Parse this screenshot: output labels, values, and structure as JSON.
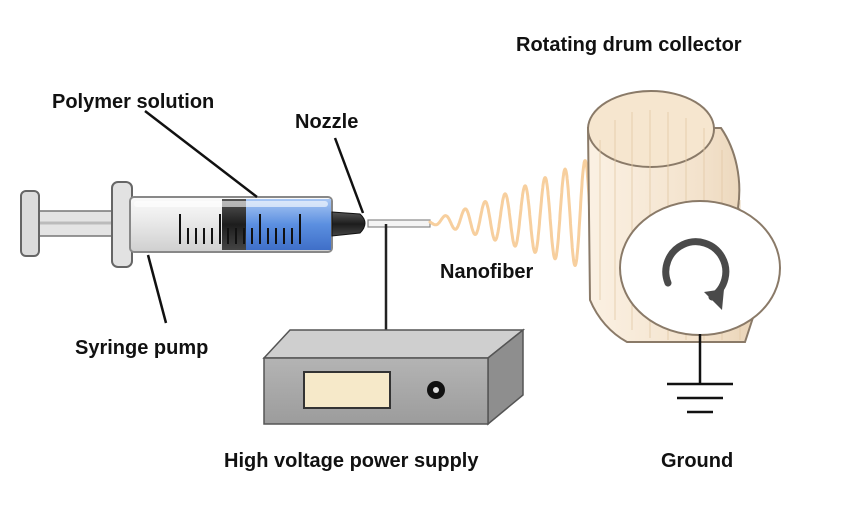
{
  "labels": {
    "rotating_drum_collector": "Rotating drum collector",
    "polymer_solution": "Polymer solution",
    "nozzle": "Nozzle",
    "nanofiber": "Nanofiber",
    "syringe_pump": "Syringe pump",
    "high_voltage_power_supply": "High voltage power supply",
    "ground": "Ground"
  },
  "colors": {
    "solution": "#5b8fe0",
    "fiber": "#f7cf9e",
    "drum": "#f3e2cc",
    "power_supply": "#a8a8a8",
    "ink": "#111111"
  },
  "icons": [
    "rotation-arrow-icon",
    "ground-symbol-icon",
    "power-knob-icon"
  ]
}
